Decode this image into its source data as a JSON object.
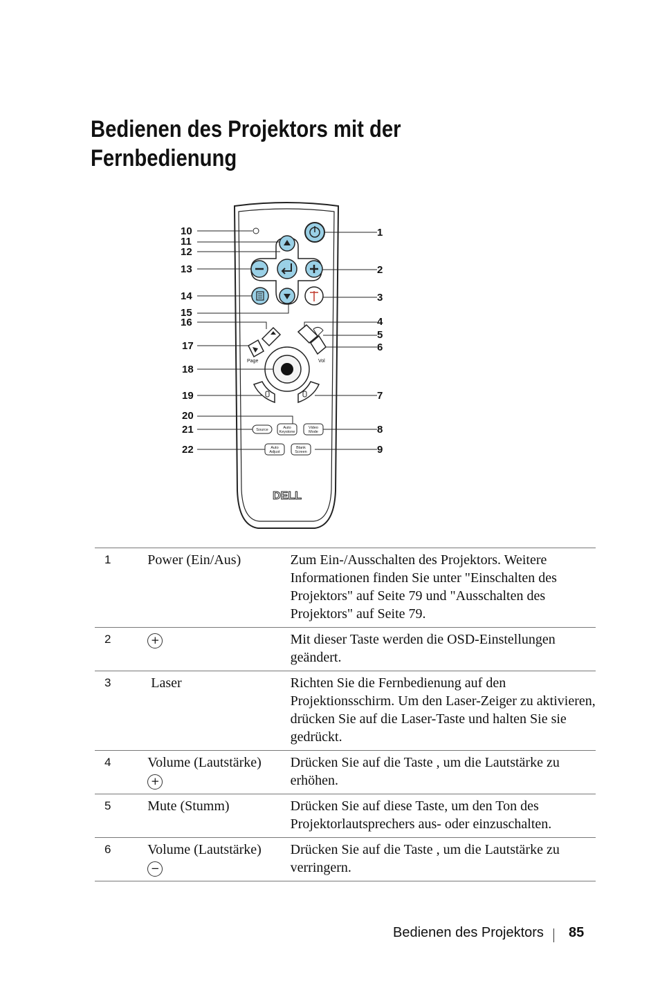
{
  "title": "Bedienen des Projektors mit der Fernbedienung",
  "figure": {
    "callouts_left": [
      "10",
      "11",
      "12",
      "13",
      "14",
      "15",
      "16",
      "17",
      "18",
      "19",
      "20",
      "21",
      "22"
    ],
    "callouts_right": [
      "1",
      "2",
      "3",
      "4",
      "5",
      "6",
      "7",
      "8",
      "9"
    ],
    "button_labels": {
      "page": "Page",
      "vol": "Vol",
      "source": "Source",
      "auto_keystone_1": "Auto",
      "auto_keystone_2": "Keystone",
      "video_mode_1": "Video",
      "video_mode_2": "Mode",
      "auto_adjust_1": "Auto",
      "auto_adjust_2": "Adjust",
      "blank_screen_1": "Blank",
      "blank_screen_2": "Screen",
      "logo": "DELL"
    }
  },
  "rows": [
    {
      "num": "1",
      "name": "Power (Ein/Aus)",
      "desc": "Zum Ein-/Ausschalten des Projektors. Weitere Informationen finden Sie unter \"Einschalten des Projektors\" auf Seite 79 und \"Ausschalten des Projektors\" auf Seite 79."
    },
    {
      "num": "2",
      "name": "",
      "symbol": "+",
      "desc": "Mit dieser Taste werden die OSD-Einstellungen geändert."
    },
    {
      "num": "3",
      "name": " Laser",
      "desc": "Richten Sie die Fernbedienung auf den Projektionsschirm. Um den Laser-Zeiger zu aktivieren, drücken Sie auf die Laser-Taste und halten Sie sie gedrückt."
    },
    {
      "num": "4",
      "name": "Volume (Lautstärke)",
      "symbol": "+",
      "desc": "Drücken Sie auf die Taste , um die Lautstärke zu erhöhen."
    },
    {
      "num": "5",
      "name": "Mute (Stumm)",
      "desc": "Drücken Sie auf diese Taste, um den Ton des Projektorlautsprechers aus- oder einzuschalten."
    },
    {
      "num": "6",
      "name": "Volume (Lautstärke)",
      "symbol": "−",
      "desc": "Drücken Sie auf die Taste , um die Lautstärke zu verringern."
    }
  ],
  "footer": {
    "section": "Bedienen des Projektors",
    "page": "85"
  }
}
